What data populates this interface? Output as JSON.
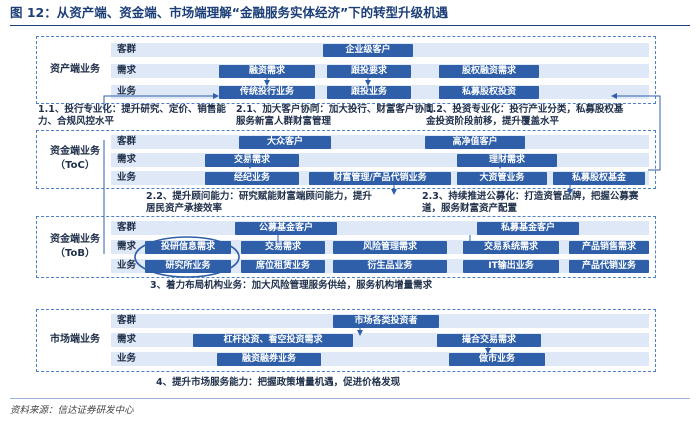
{
  "title": "图 12：从资产端、资金端、市场端理解“金融服务实体经济”下的转型升级机遇",
  "sections": {
    "asset": {
      "label": "资产端业务",
      "rows": {
        "customer": {
          "label": "客群",
          "boxes": [
            "企业级客户"
          ]
        },
        "demand": {
          "label": "需求",
          "boxes": [
            "融资需求",
            "跟投要求",
            "股权融资需求"
          ]
        },
        "business": {
          "label": "业务",
          "boxes": [
            "传统投行业务",
            "跟投业务",
            "私募股权投资"
          ]
        }
      }
    },
    "toc": {
      "label": "资金端业务\n（ToC）",
      "rows": {
        "customer": {
          "label": "客群",
          "boxes": [
            "大众客户",
            "高净值客户"
          ]
        },
        "demand": {
          "label": "需求",
          "boxes": [
            "交易需求",
            "理财需求"
          ]
        },
        "business": {
          "label": "业务",
          "boxes": [
            "经纪业务",
            "财富管理/产品代销业务",
            "大资管业务",
            "私募股权基金"
          ]
        }
      }
    },
    "tob": {
      "label": "资金端业务\n（ToB）",
      "rows": {
        "customer": {
          "label": "客群",
          "boxes": [
            "公募基金客户",
            "私募基金客户"
          ]
        },
        "demand": {
          "label": "需求",
          "boxes": [
            "投研信息需求",
            "交易需求",
            "风险管理需求",
            "交易系统需求",
            "产品销售需求"
          ]
        },
        "business": {
          "label": "业务",
          "boxes": [
            "研究所业务",
            "席位租赁业务",
            "衍生品业务",
            "IT输出业务",
            "产品代销业务"
          ]
        }
      }
    },
    "market": {
      "label": "市场端业务",
      "rows": {
        "customer": {
          "label": "客群",
          "boxes": [
            "市场各类投资者"
          ]
        },
        "demand": {
          "label": "需求",
          "boxes": [
            "杠杆投资、看空投资需求",
            "撮合交易需求"
          ]
        },
        "business": {
          "label": "业务",
          "boxes": [
            "融资融券业务",
            "做市业务"
          ]
        }
      }
    }
  },
  "notes": {
    "n11": "1.1、投行专业化：提升研究、定价、销售能\n力、合规风控水平",
    "n21": "2.1、加大客户协同：加大投行、财富客户协同\n服务新富人群财富管理",
    "n12": "1.2、投资专业化：投行产业分类，私募股权基\n金投资阶段前移，提升覆盖水平",
    "n22": "2.2、提升顾问能力：研究赋能财富端顾问能力，提升\n居民资产承接效率",
    "n23": "2.3、持续推进公募化：打造资管品牌，把握公募赛\n道，服务财富资产配置",
    "n3": "3、着力布局机构业务：加大风险管理服务供给，服务机构增量需求",
    "n4": "4、提升市场服务能力：把握政策增量机遇，促进价格发现"
  },
  "source": "资料来源：信达证券研发中心",
  "colors": {
    "box": "#2f5fa8",
    "band": "#dfe8f6",
    "border": "#4f7fc4",
    "title": "#1d3f78"
  }
}
